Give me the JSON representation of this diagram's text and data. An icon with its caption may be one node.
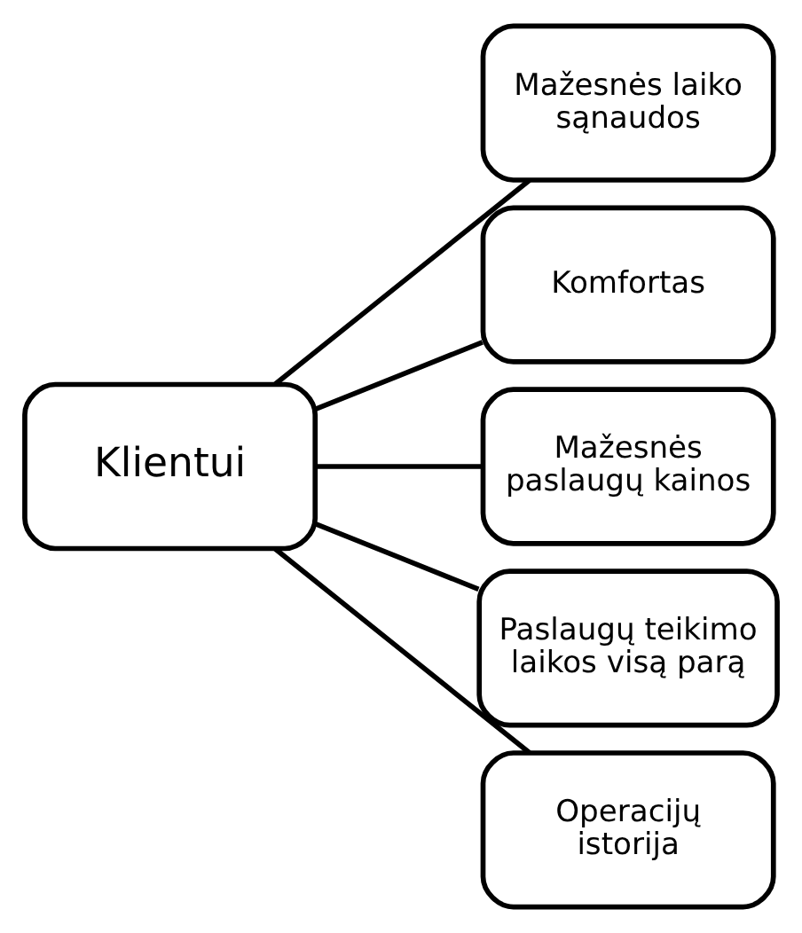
{
  "diagram": {
    "nodes": [
      {
        "text": [
          "Klientui"
        ]
      },
      {
        "text": [
          "Mažesnės laiko sąnaudos"
        ]
      },
      {
        "text": [
          "Komfortas"
        ]
      },
      {
        "text": [
          "Mažesnės paslaugų kainos"
        ]
      },
      {
        "text": [
          "Paslaugų teikimo laikos visą parą"
        ]
      },
      {
        "text": [
          "Operacijų istorija"
        ]
      }
    ],
    "edges": [
      {
        "from": 0,
        "to": 1,
        "arrow": "none"
      },
      {
        "from": 0,
        "to": 2,
        "arrow": "none"
      },
      {
        "from": 0,
        "to": 3,
        "arrow": "none"
      },
      {
        "from": 0,
        "to": 4,
        "arrow": "none"
      },
      {
        "from": 0,
        "to": 5,
        "arrow": "none"
      }
    ]
  }
}
